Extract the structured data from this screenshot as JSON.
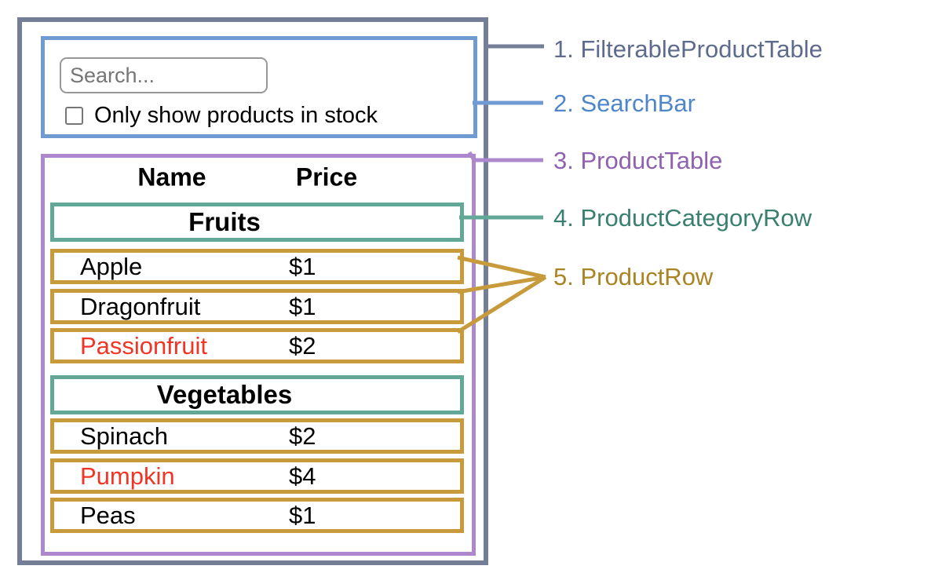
{
  "diagram": {
    "search_bar": {
      "search_placeholder": "Search...",
      "checkbox_label": "Only show products in stock"
    },
    "product_table": {
      "headers": {
        "name": "Name",
        "price": "Price"
      },
      "sections": [
        {
          "category": "Fruits",
          "products": [
            {
              "name": "Apple",
              "price": "$1",
              "stocked": true
            },
            {
              "name": "Dragonfruit",
              "price": "$1",
              "stocked": true
            },
            {
              "name": "Passionfruit",
              "price": "$2",
              "stocked": false
            }
          ]
        },
        {
          "category": "Vegetables",
          "products": [
            {
              "name": "Spinach",
              "price": "$2",
              "stocked": true
            },
            {
              "name": "Pumpkin",
              "price": "$4",
              "stocked": false
            },
            {
              "name": "Peas",
              "price": "$1",
              "stocked": true
            }
          ]
        }
      ]
    },
    "legend": [
      {
        "label": "1. FilterableProductTable",
        "color": "#747e96"
      },
      {
        "label": "2. SearchBar",
        "color": "#6f9ad2"
      },
      {
        "label": "3. ProductTable",
        "color": "#ae88cc"
      },
      {
        "label": "4. ProductCategoryRow",
        "color": "#63a897"
      },
      {
        "label": "5. ProductRow",
        "color": "#c79a3b"
      }
    ],
    "colors": {
      "outer_border": "#747e96",
      "searchbar_border": "#6f9ad2",
      "product_table_border": "#ae88cc",
      "category_border": "#63a897",
      "product_row_border": "#c79a3b",
      "out_of_stock_text": "#f23425"
    }
  }
}
